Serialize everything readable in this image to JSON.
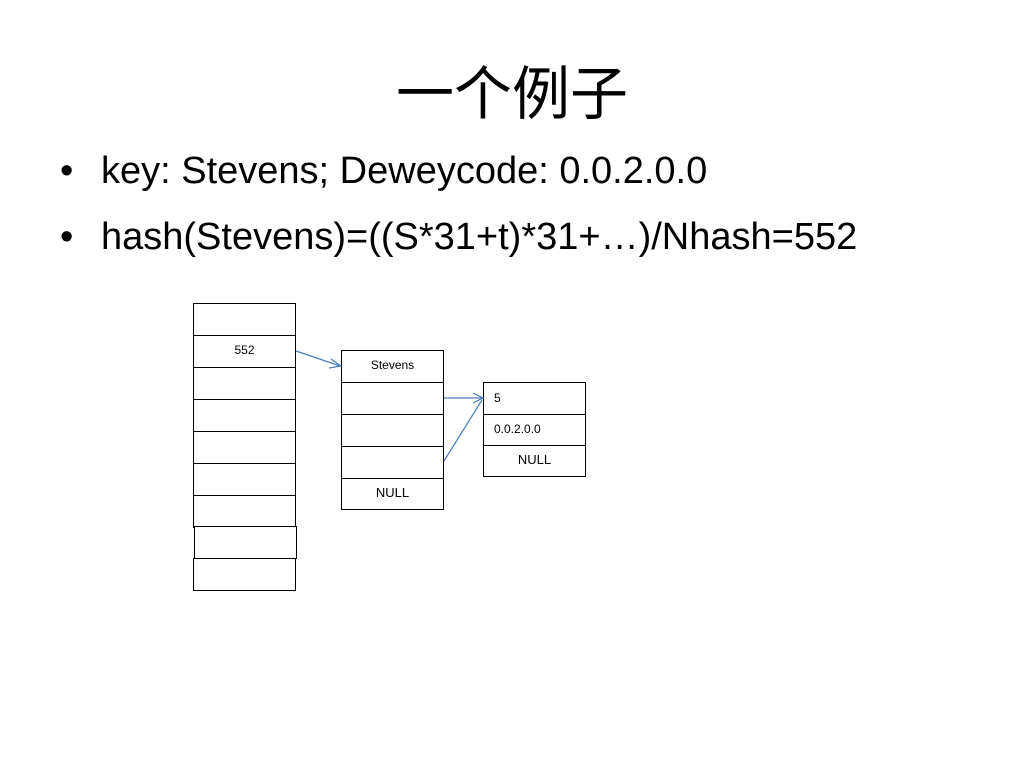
{
  "title": "一个例子",
  "bullets": [
    {
      "marker": "•",
      "text": "key: Stevens; Deweycode: 0.0.2.0.0"
    },
    {
      "marker": "•",
      "text": "hash(Stevens)=((S*31+t)*31+…)/Nhash=552"
    }
  ],
  "diagram": {
    "hash_table": {
      "cells": [
        "",
        "552",
        "",
        "",
        "",
        "",
        "",
        "",
        ""
      ]
    },
    "key_node": {
      "cells": [
        "Stevens",
        "",
        "",
        "",
        "NULL"
      ]
    },
    "value_node": {
      "cells": [
        "5",
        "0.0.2.0.0",
        "NULL"
      ]
    },
    "arrow_color": "#4a7ebb"
  }
}
